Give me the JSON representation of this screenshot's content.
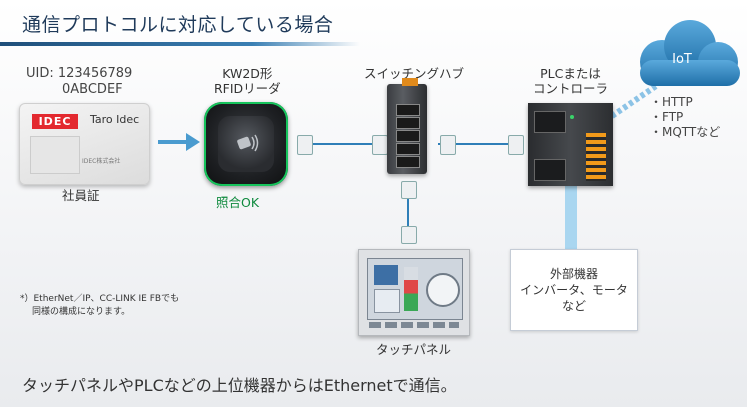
{
  "title": "通信プロトコルに対応している場合",
  "card": {
    "uid_line1": "UID: 123456789",
    "uid_line2": "0ABCDEF",
    "logo": "IDEC",
    "name": "Taro Idec",
    "small": "IDEC株式会社",
    "label": "社員証"
  },
  "reader": {
    "label_line1": "KW2D形",
    "label_line2": "RFIDリーダ",
    "status": "照合OK"
  },
  "switch": {
    "label": "スイッチングハブ"
  },
  "plc": {
    "label_line1": "PLCまたは",
    "label_line2": "コントローラ"
  },
  "iot": {
    "label": "IoT",
    "protocols": [
      "・HTTP",
      "・FTP",
      "・MQTTなど"
    ]
  },
  "hmi": {
    "label": "タッチパネル"
  },
  "external": {
    "lines": [
      "外部機器",
      "インバータ、モータ",
      "など"
    ]
  },
  "note": {
    "line1": "*）EtherNet／IP、CC-LINK IE FBでも",
    "line2": "同様の構成になります。"
  },
  "footer": "タッチパネルやPLCなどの上位機器からはEthernetで通信。",
  "colors": {
    "accent": "#1f4f7a",
    "ok_green": "#0f8a3e",
    "cable_blue": "#2f7fb8",
    "cloud_blue": "#2e86c1"
  },
  "icons": [
    "id-card-icon",
    "rfid-reader-icon",
    "network-switch-icon",
    "plc-icon",
    "cloud-icon",
    "touch-panel-icon",
    "arrow-right-icon"
  ]
}
